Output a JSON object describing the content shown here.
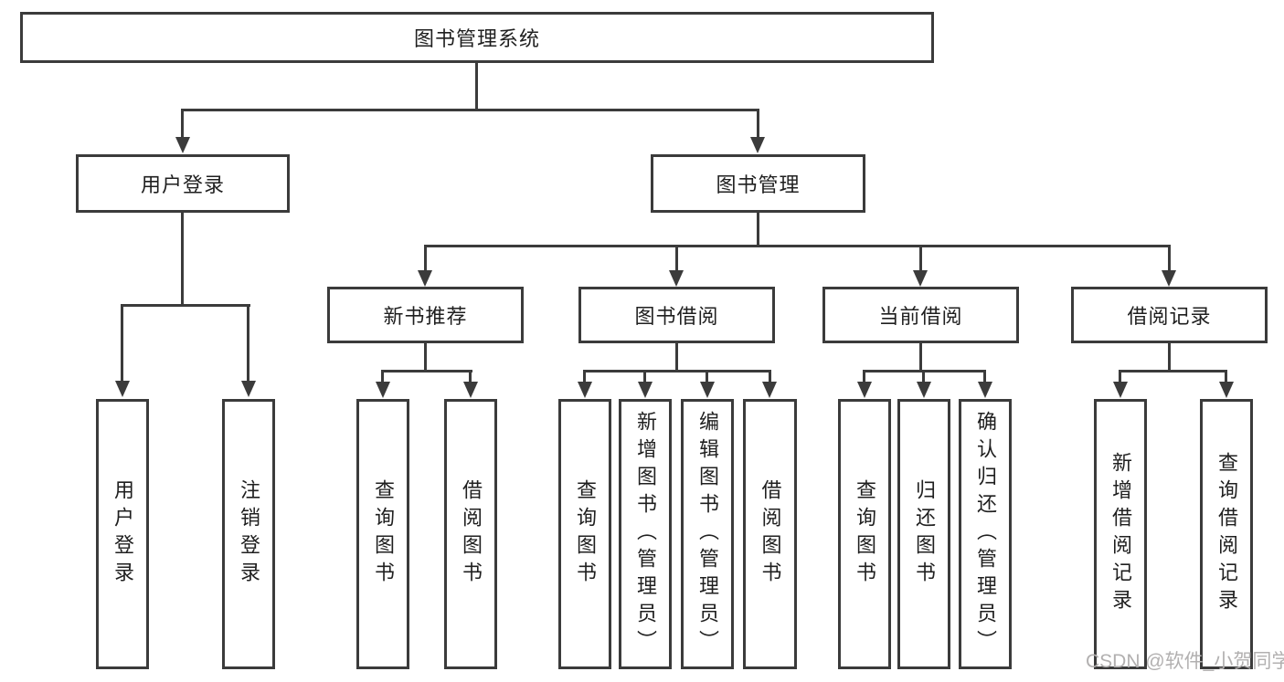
{
  "diagram": {
    "root": {
      "label": "图书管理系统"
    },
    "branches": [
      {
        "label": "用户登录",
        "children": [
          {
            "label": "用户登录"
          },
          {
            "label": "注销登录"
          }
        ]
      },
      {
        "label": "图书管理",
        "children": [
          {
            "label": "新书推荐",
            "children": [
              {
                "label": "查询图书"
              },
              {
                "label": "借阅图书"
              }
            ]
          },
          {
            "label": "图书借阅",
            "children": [
              {
                "label": "查询图书"
              },
              {
                "label": "新增图书（管理员）"
              },
              {
                "label": "编辑图书（管理员）"
              },
              {
                "label": "借阅图书"
              }
            ]
          },
          {
            "label": "当前借阅",
            "children": [
              {
                "label": "查询图书"
              },
              {
                "label": "归还图书"
              },
              {
                "label": "确认归还（管理员）"
              }
            ]
          },
          {
            "label": "借阅记录",
            "children": [
              {
                "label": "新增借阅记录"
              },
              {
                "label": "查询借阅记录"
              }
            ]
          }
        ]
      }
    ]
  },
  "watermark": {
    "text": "CSDN @软件_小贺同学"
  },
  "colors": {
    "line": "#3b3b3b",
    "text": "#1f1f1f",
    "background": "#ffffff",
    "watermark": "#b2b0b0"
  }
}
